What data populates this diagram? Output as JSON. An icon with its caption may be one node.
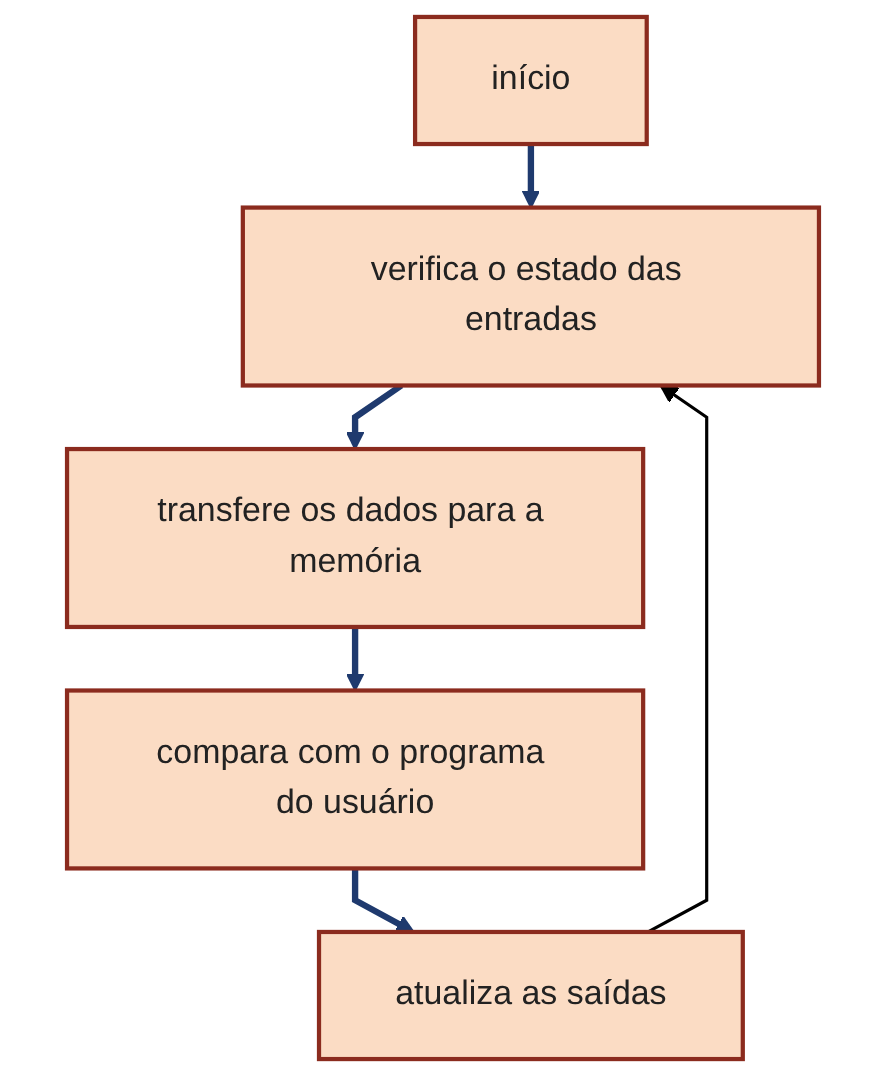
{
  "diagram": {
    "nodes": [
      {
        "text": [
          "início"
        ]
      },
      {
        "text": [
          "verifica o estado das entradas"
        ]
      },
      {
        "text": [
          "transfere os dados para a memória"
        ]
      },
      {
        "text": [
          "compara com o programa do usuário"
        ]
      },
      {
        "text": [
          "atualiza as saídas"
        ]
      }
    ],
    "edges": [
      {
        "from": 0,
        "to": 1,
        "arrow": "to"
      },
      {
        "from": 1,
        "to": 2,
        "arrow": "to"
      },
      {
        "from": 2,
        "to": 3,
        "arrow": "to"
      },
      {
        "from": 3,
        "to": 4,
        "arrow": "to"
      },
      {
        "from": 4,
        "to": 1,
        "arrow": "to",
        "color": "#000000"
      }
    ]
  }
}
